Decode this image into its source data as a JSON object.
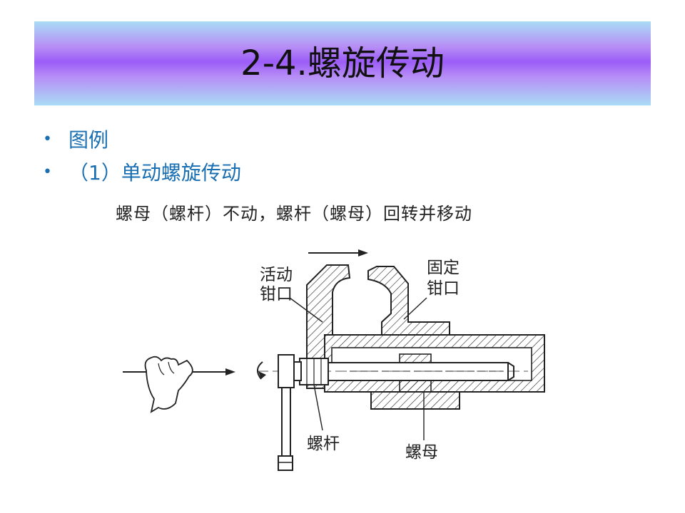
{
  "slide": {
    "title": "2-4.螺旋传动",
    "bullets": [
      "图例",
      "（1）单动螺旋传动"
    ],
    "caption": "螺母（螺杆）不动，螺杆（螺母）回转并移动"
  },
  "diagram": {
    "labels": {
      "movable_jaw_1": "活动",
      "movable_jaw_2": "钳口",
      "fixed_jaw_1": "固定",
      "fixed_jaw_2": "钳口",
      "screw": "螺杆",
      "nut": "螺母"
    }
  }
}
